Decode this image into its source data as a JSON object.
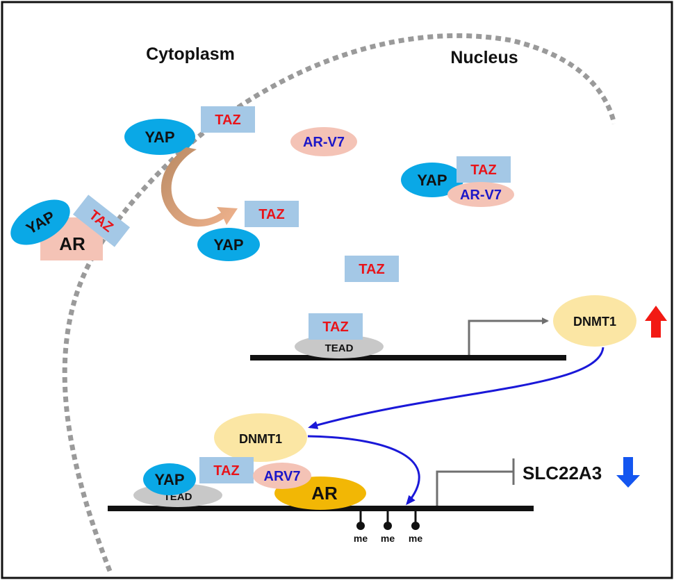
{
  "regions": {
    "cytoplasm": "Cytoplasm",
    "nucleus": "Nucleus"
  },
  "proteins": {
    "yap": "YAP",
    "taz": "TAZ",
    "ar": "AR",
    "ar_v7": "AR-V7",
    "arv7_short": "ARV7",
    "tead": "TEAD",
    "dnmt1": "DNMT1"
  },
  "gene": {
    "name": "SLC22A3"
  },
  "methylation": {
    "label": "me"
  },
  "colors": {
    "yap": "#0aa8e6",
    "taz_box": "#a4c8e6",
    "ar_pink": "#f4c3b6",
    "ar_gold": "#f2b705",
    "dnmt1": "#fbe6a4",
    "tead": "#c8c8c8",
    "membrane": "#9a9a9a",
    "arrow_blue": "#1a18d8",
    "up_red": "#f21a14",
    "down_blue": "#1456f0"
  }
}
